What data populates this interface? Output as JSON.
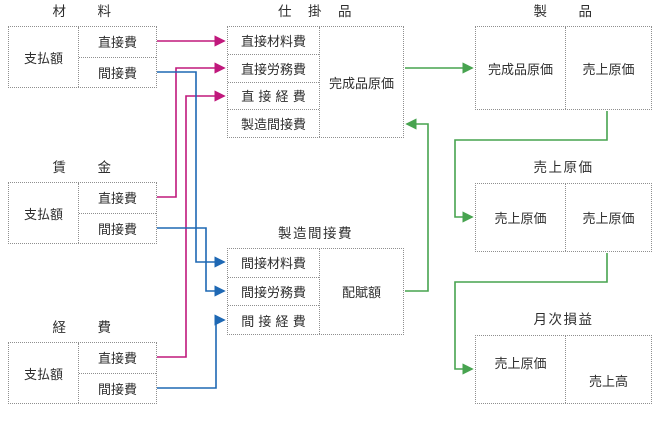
{
  "colors": {
    "background": "#ffffff",
    "border": "#8f8f8f",
    "text": "#2e2e2e",
    "arrow_pink": "#c0187c",
    "arrow_blue": "#1e68b4",
    "arrow_green": "#47a34f"
  },
  "accounts": {
    "materials": {
      "title": "材　　料",
      "debit": "支払額",
      "credit_rows": [
        "直接費",
        "間接費"
      ]
    },
    "wages": {
      "title": "賃　　金",
      "debit": "支払額",
      "credit_rows": [
        "直接費",
        "間接費"
      ]
    },
    "expenses": {
      "title": "経　　費",
      "debit": "支払額",
      "credit_rows": [
        "直接費",
        "間接費"
      ]
    },
    "work_in_process": {
      "title": "仕　掛　品",
      "debit_rows": [
        "直接材料費",
        "直接労務費",
        "直 接 経 費",
        "製造間接費"
      ],
      "credit": "完成品原価"
    },
    "manufacturing_overhead": {
      "title": "製造間接費",
      "debit_rows": [
        "間接材料費",
        "間接労務費",
        "間 接 経 費"
      ],
      "credit": "配賦額"
    },
    "finished_goods": {
      "title": "製　　品",
      "debit": "完成品原価",
      "credit": "売上原価"
    },
    "cost_of_sales": {
      "title": "売上原価",
      "debit": "売上原価",
      "credit": "売上原価"
    },
    "monthly_pl": {
      "title": "月次損益",
      "debit": "売上原価",
      "credit": "売上高"
    }
  }
}
